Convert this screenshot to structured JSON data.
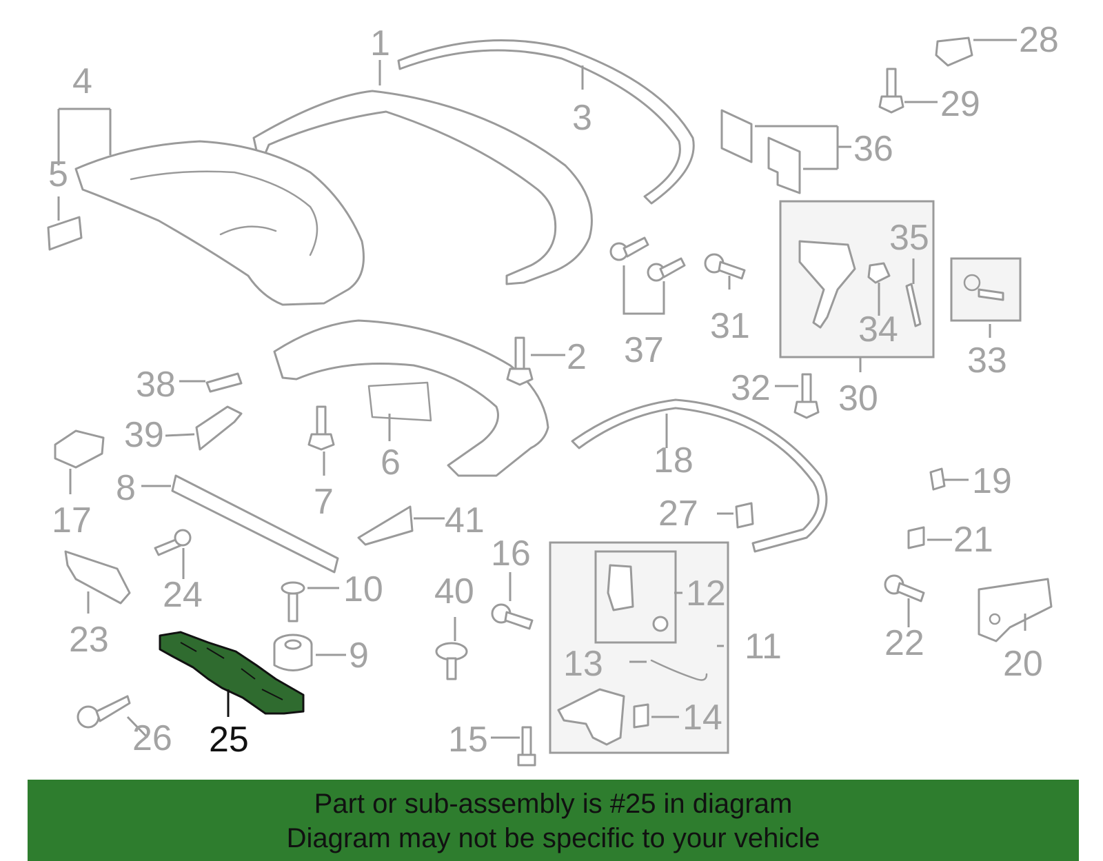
{
  "callouts": {
    "1": "1",
    "2": "2",
    "3": "3",
    "4": "4",
    "5": "5",
    "6": "6",
    "7": "7",
    "8": "8",
    "9": "9",
    "10": "10",
    "11": "11",
    "12": "12",
    "13": "13",
    "14": "14",
    "15": "15",
    "16": "16",
    "17": "17",
    "18": "18",
    "19": "19",
    "20": "20",
    "21": "21",
    "22": "22",
    "23": "23",
    "24": "24",
    "25": "25",
    "26": "26",
    "27": "27",
    "28": "28",
    "29": "29",
    "30": "30",
    "31": "31",
    "32": "32",
    "33": "33",
    "34": "34",
    "35": "35",
    "36": "36",
    "37": "37",
    "38": "38",
    "39": "39",
    "40": "40",
    "41": "41"
  },
  "highlighted_part": "25",
  "colors": {
    "highlight_part": "#2f6b2f",
    "banner": "#2e7d2e",
    "line_art": "#9a9a9a",
    "callout_text": "#a3a3a3"
  },
  "banner": {
    "line1": "Part or sub-assembly is #25 in diagram",
    "line2": "Diagram may not be specific to your vehicle"
  }
}
